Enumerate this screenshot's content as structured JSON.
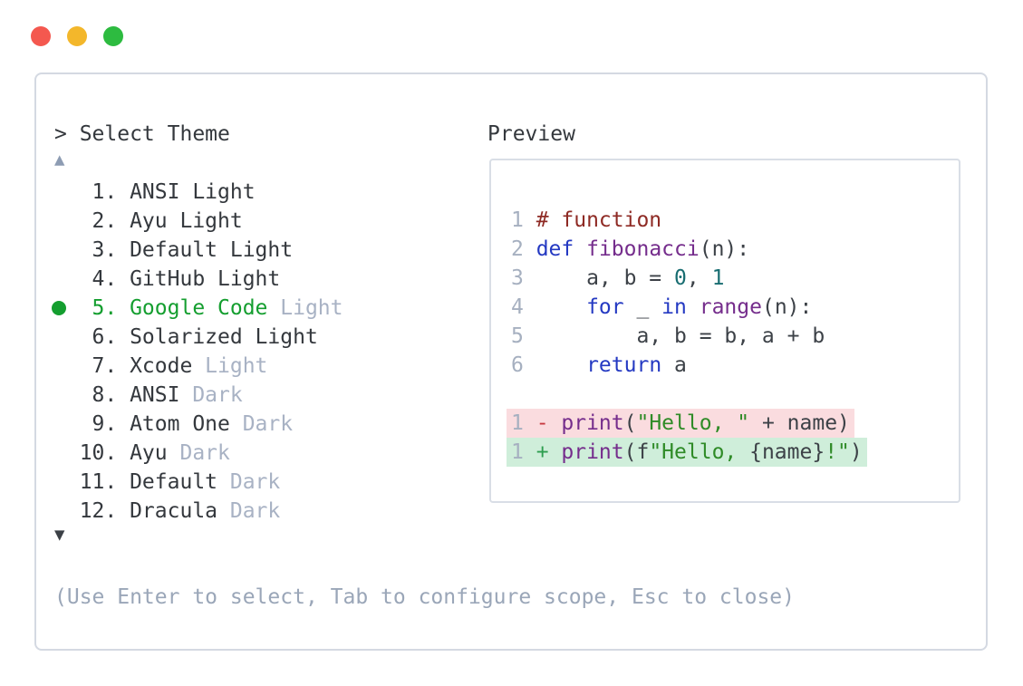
{
  "window": {
    "controls": [
      {
        "name": "close",
        "color": "#f4584f"
      },
      {
        "name": "minimize",
        "color": "#f3b72b"
      },
      {
        "name": "maximize",
        "color": "#2dbb40"
      }
    ]
  },
  "selector": {
    "prompt": "> Select Theme",
    "scroll_up_glyph": "▲",
    "scroll_down_glyph": "▼",
    "items": [
      {
        "num": "1.",
        "name": "ANSI Light",
        "variant": "",
        "selected": false
      },
      {
        "num": "2.",
        "name": "Ayu Light",
        "variant": "",
        "selected": false
      },
      {
        "num": "3.",
        "name": "Default Light",
        "variant": "",
        "selected": false
      },
      {
        "num": "4.",
        "name": "GitHub Light",
        "variant": "",
        "selected": false
      },
      {
        "num": "5.",
        "name": "Google Code",
        "variant": "Light",
        "selected": true
      },
      {
        "num": "6.",
        "name": "Solarized Light",
        "variant": "",
        "selected": false
      },
      {
        "num": "7.",
        "name": "Xcode",
        "variant": "Light",
        "selected": false
      },
      {
        "num": "8.",
        "name": "ANSI",
        "variant": "Dark",
        "selected": false
      },
      {
        "num": "9.",
        "name": "Atom One",
        "variant": "Dark",
        "selected": false
      },
      {
        "num": "10.",
        "name": "Ayu",
        "variant": "Dark",
        "selected": false
      },
      {
        "num": "11.",
        "name": "Default",
        "variant": "Dark",
        "selected": false
      },
      {
        "num": "12.",
        "name": "Dracula",
        "variant": "Dark",
        "selected": false
      }
    ],
    "hint": "(Use Enter to select, Tab to configure scope, Esc to close)"
  },
  "preview": {
    "label": "Preview",
    "rows": [
      {
        "kind": "code",
        "num": "1",
        "tokens": [
          {
            "t": "# function",
            "c": "comment"
          }
        ]
      },
      {
        "kind": "code",
        "num": "2",
        "tokens": [
          {
            "t": "def",
            "c": "keyword"
          },
          {
            "t": " ",
            "c": "plain"
          },
          {
            "t": "fibonacci",
            "c": "type"
          },
          {
            "t": "(n):",
            "c": "plain"
          }
        ]
      },
      {
        "kind": "code",
        "num": "3",
        "tokens": [
          {
            "t": "    a, b = ",
            "c": "plain"
          },
          {
            "t": "0",
            "c": "literal"
          },
          {
            "t": ", ",
            "c": "plain"
          },
          {
            "t": "1",
            "c": "literal"
          }
        ]
      },
      {
        "kind": "code",
        "num": "4",
        "tokens": [
          {
            "t": "    ",
            "c": "plain"
          },
          {
            "t": "for",
            "c": "keyword"
          },
          {
            "t": " _ ",
            "c": "plain"
          },
          {
            "t": "in",
            "c": "keyword"
          },
          {
            "t": " ",
            "c": "plain"
          },
          {
            "t": "range",
            "c": "type"
          },
          {
            "t": "(n):",
            "c": "plain"
          }
        ]
      },
      {
        "kind": "code",
        "num": "5",
        "tokens": [
          {
            "t": "        a, b = b, a + b",
            "c": "plain"
          }
        ]
      },
      {
        "kind": "code",
        "num": "6",
        "tokens": [
          {
            "t": "    ",
            "c": "plain"
          },
          {
            "t": "return",
            "c": "keyword"
          },
          {
            "t": " a",
            "c": "plain"
          }
        ]
      },
      {
        "kind": "blank"
      },
      {
        "kind": "diff",
        "diff": "removed",
        "num": "1",
        "sign": "-",
        "tokens": [
          {
            "t": "print",
            "c": "type"
          },
          {
            "t": "(",
            "c": "plain"
          },
          {
            "t": "\"Hello, \"",
            "c": "string"
          },
          {
            "t": " + name)",
            "c": "plain"
          }
        ]
      },
      {
        "kind": "diff",
        "diff": "added",
        "num": "1",
        "sign": "+",
        "tokens": [
          {
            "t": "print",
            "c": "type"
          },
          {
            "t": "(f",
            "c": "plain"
          },
          {
            "t": "\"Hello, ",
            "c": "string"
          },
          {
            "t": "{name}",
            "c": "plain"
          },
          {
            "t": "!\"",
            "c": "string"
          },
          {
            "t": ")",
            "c": "plain"
          }
        ]
      }
    ]
  },
  "palette": {
    "selected_green": "#149e2f",
    "text_dark": "#34383d",
    "text_muted": "#a8b2c4",
    "line_number": "#a6b0c0",
    "panel_border": "#d4d9e2",
    "preview_border": "#d9dee6",
    "code_comment": "#8e2a24",
    "code_keyword": "#2439c2",
    "code_type": "#752d8c",
    "code_literal": "#186d71",
    "code_string": "#2f8b27",
    "code_plain": "#3c4147",
    "diff_removed_bg": "#fadcdf",
    "diff_added_bg": "#cfeeda",
    "diff_minus": "#c7383f",
    "diff_plus": "#2e9e50",
    "scroll_up_color": "#8d9cb3",
    "scroll_down_color": "#3b4046"
  }
}
